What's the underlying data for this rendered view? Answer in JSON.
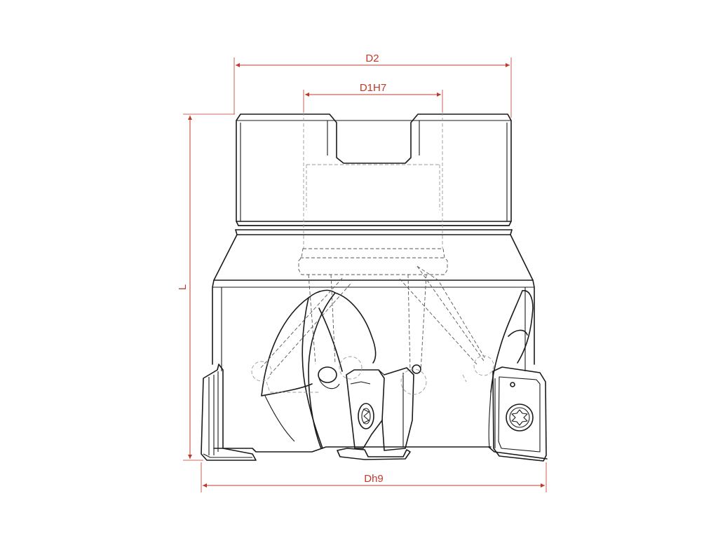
{
  "colors": {
    "dimension": "#c0392b",
    "outline": "#1a1a1a",
    "hidden": "#555555"
  },
  "dimensions": {
    "d2": "D2",
    "d1": "D1H7",
    "dh9": "Dh9",
    "length": "L"
  }
}
